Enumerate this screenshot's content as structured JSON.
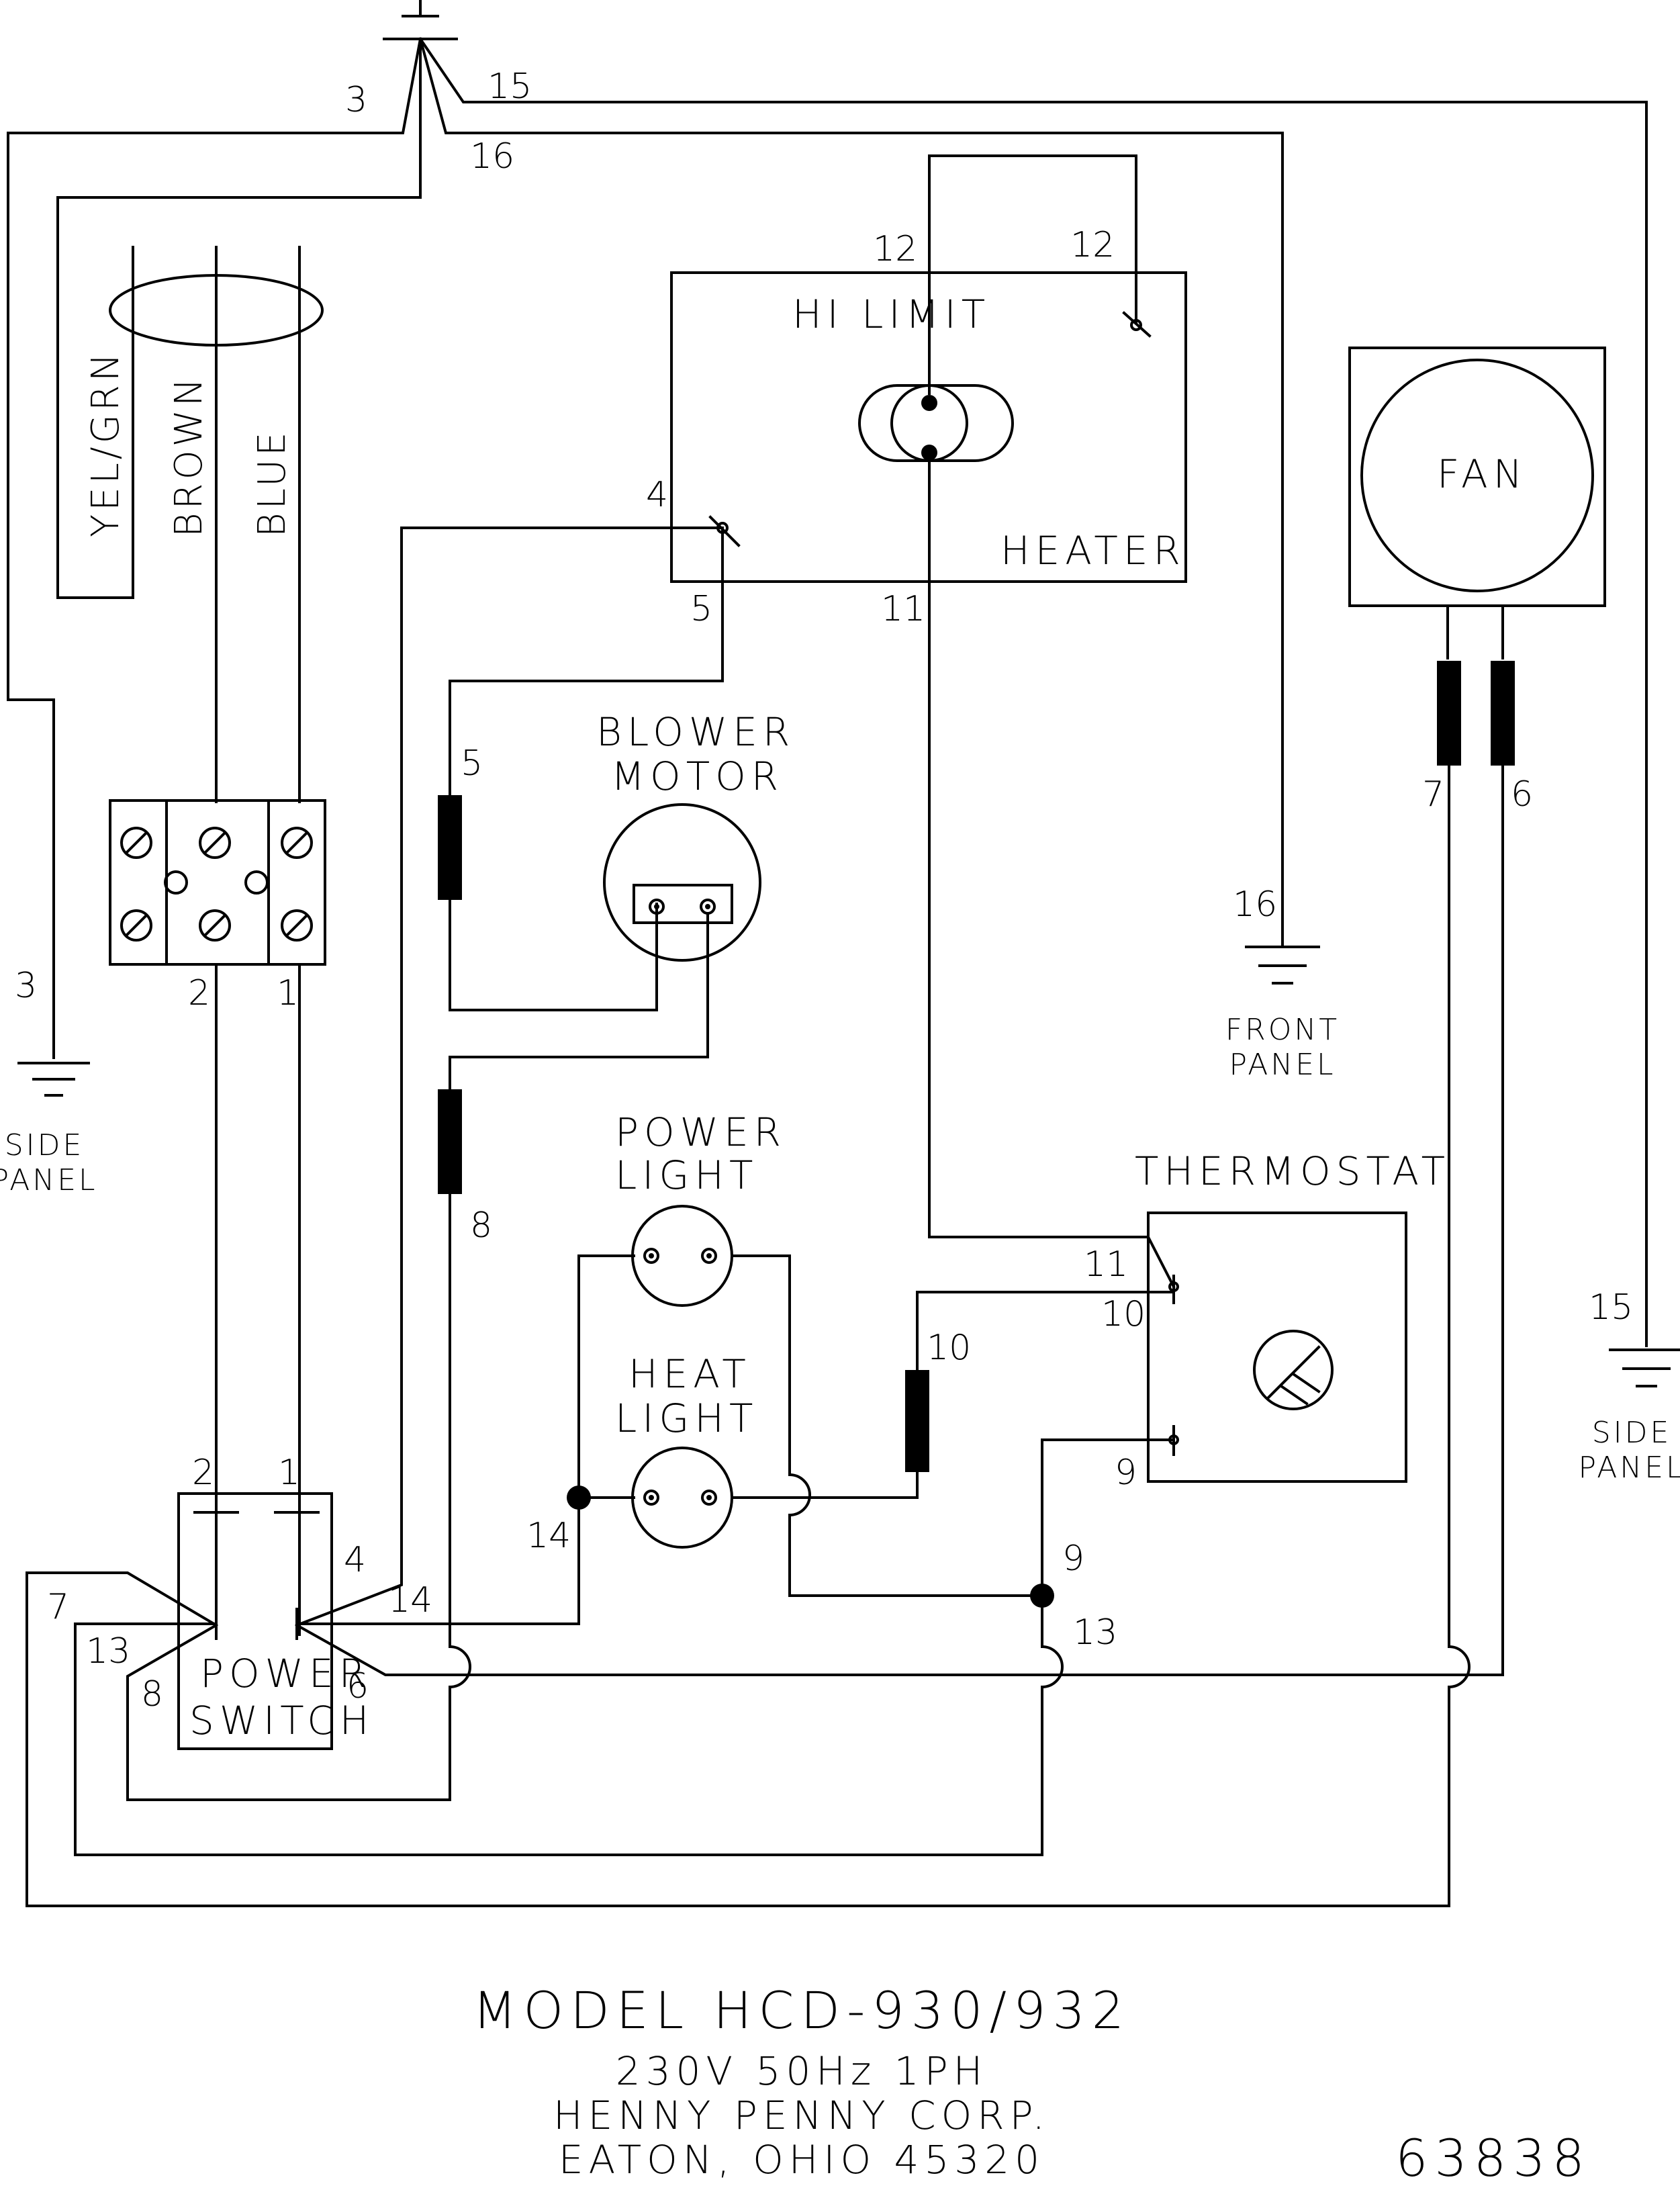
{
  "components": {
    "hi_limit": "HI LIMIT",
    "heater": "HEATER",
    "fan": "FAN",
    "blower_motor_line1": "BLOWER",
    "blower_motor_line2": "MOTOR",
    "power_light_line1": "POWER",
    "power_light_line2": "LIGHT",
    "heat_light_line1": "HEAT",
    "heat_light_line2": "LIGHT",
    "thermostat": "THERMOSTAT",
    "power_switch_line1": "POWER",
    "power_switch_line2": "SWITCH"
  },
  "cord_wires": {
    "yel_grn": "YEL/GRN",
    "brown": "BROWN",
    "blue": "BLUE"
  },
  "grounds": {
    "side_panel_left_line1": "SIDE",
    "side_panel_left_line2": "PANEL",
    "front_panel_line1": "FRONT",
    "front_panel_line2": "PANEL",
    "side_panel_right_line1": "SIDE",
    "side_panel_right_line2": "PANEL"
  },
  "wire_numbers": {
    "w3_top": "3",
    "w15_top": "15",
    "w16_top": "16",
    "w12_left": "12",
    "w12_right": "12",
    "w4_heater": "4",
    "w5_heater": "5",
    "w11_heater": "11",
    "w5_conn": "5",
    "w7_fan": "7",
    "w6_fan": "6",
    "w16_ground": "16",
    "w3_ground": "3",
    "tb_2": "2",
    "tb_1": "1",
    "w8_conn": "8",
    "w11_thermo": "11",
    "w10_thermo": "10",
    "w10_conn": "10",
    "w9_thermo": "9",
    "w15_ground": "15",
    "sw_2": "2",
    "sw_1": "1",
    "w14_junction": "14",
    "w9_junction": "9",
    "w13_junction": "13",
    "sw_4": "4",
    "sw_14": "14",
    "sw_7": "7",
    "sw_13": "13",
    "sw_8": "8",
    "sw_6": "6"
  },
  "title_block": {
    "model": "MODEL HCD-930/932",
    "power": "230V 50Hz 1PH",
    "company": "HENNY PENNY CORP.",
    "address": "EATON, OHIO  45320",
    "drawing_number": "63838"
  }
}
